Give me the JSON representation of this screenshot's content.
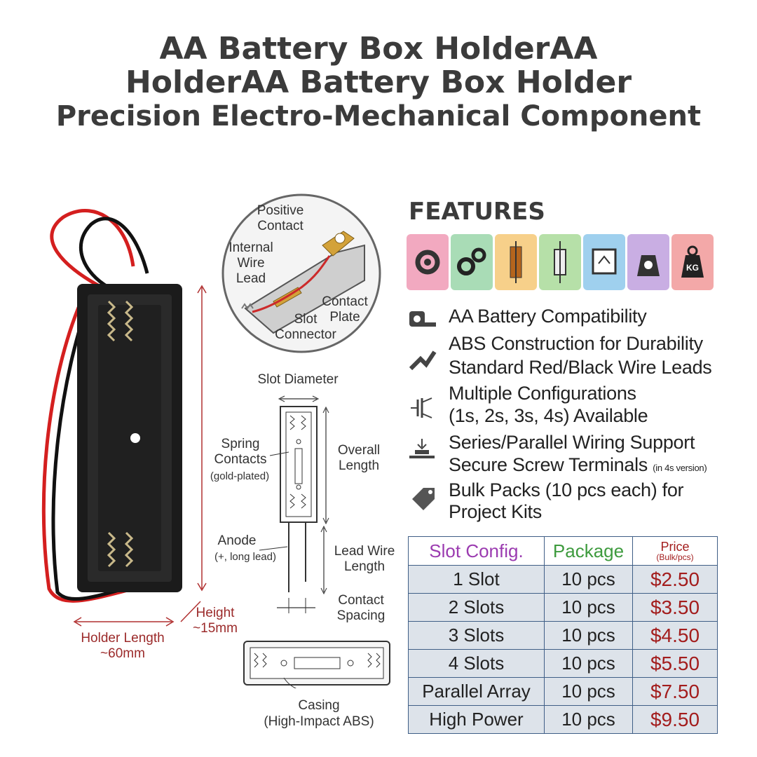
{
  "title": {
    "line1": "AA Battery Box HolderAA",
    "line2": "HolderAA Battery Box Holder",
    "line3": "Precision Electro-Mechanical Component"
  },
  "diagram_labels": {
    "positive_contact": "Positive\nContact",
    "internal_wire_lead": "Internal\nWire\nLead",
    "slot_connector": "Slot\nConnector",
    "contact_plate": "Contact\nPlate",
    "slot_diameter": "Slot Diameter",
    "spring_contacts": "Spring\nContacts",
    "gold_plated": "(gold-plated)",
    "overall_length": "Overall\nLength",
    "anode": "Anode",
    "anode_note": "(+, long lead)",
    "lead_wire_length": "Lead Wire\nLength",
    "contact_spacing": "Contact\nSpacing",
    "casing": "Casing",
    "casing_note": "(High-Impact ABS)",
    "height": "Height\n~15mm",
    "holder_length": "Holder Length\n~60mm"
  },
  "features": {
    "heading": "FEATURES",
    "tiles": [
      {
        "icon": "gear-wrench-icon",
        "color": "#f2a9c0"
      },
      {
        "icon": "gears-icon",
        "color": "#a9dcb6"
      },
      {
        "icon": "coil-icon",
        "color": "#f7d08a"
      },
      {
        "icon": "capacitor-icon",
        "color": "#b6e0a8"
      },
      {
        "icon": "meter-icon",
        "color": "#9fd0ee"
      },
      {
        "icon": "scale-icon",
        "color": "#c9aee3"
      },
      {
        "icon": "kg-weight-icon",
        "color": "#f3a8a8"
      }
    ],
    "kg_text": "KG",
    "items": [
      {
        "text": "AA Battery Compatibility",
        "icon": "tape-measure-icon"
      },
      {
        "text": "ABS Construction for Durability",
        "icon": "wire-icon"
      },
      {
        "text": "Standard Red/Black Wire Leads",
        "icon": ""
      },
      {
        "text": "Multiple Configurations",
        "icon": "transistor-icon"
      },
      {
        "text": "(1s, 2s, 3s, 4s) Available",
        "icon": ""
      },
      {
        "text": "Series/Parallel Wiring Support",
        "icon": "press-icon"
      },
      {
        "text": "Secure Screw Terminals",
        "note": "(in 4s version)",
        "icon": ""
      },
      {
        "text": "Bulk Packs (10 pcs each) for",
        "icon": "price-tag-icon"
      },
      {
        "text": "Project Kits",
        "icon": ""
      }
    ]
  },
  "price_table": {
    "headers": {
      "config": "Slot Config.",
      "package": "Package",
      "price": "Price",
      "price_note": "(Bulk/pcs)"
    },
    "rows": [
      {
        "config": "1 Slot",
        "package": "10 pcs",
        "price": "$2.50"
      },
      {
        "config": "2 Slots",
        "package": "10 pcs",
        "price": "$3.50"
      },
      {
        "config": "3 Slots",
        "package": "10 pcs",
        "price": "$4.50"
      },
      {
        "config": "4 Slots",
        "package": "10 pcs",
        "price": "$5.50"
      },
      {
        "config": "Parallel Array",
        "package": "10 pcs",
        "price": "$7.50"
      },
      {
        "config": "High Power",
        "package": "10 pcs",
        "price": "$9.50"
      }
    ]
  }
}
